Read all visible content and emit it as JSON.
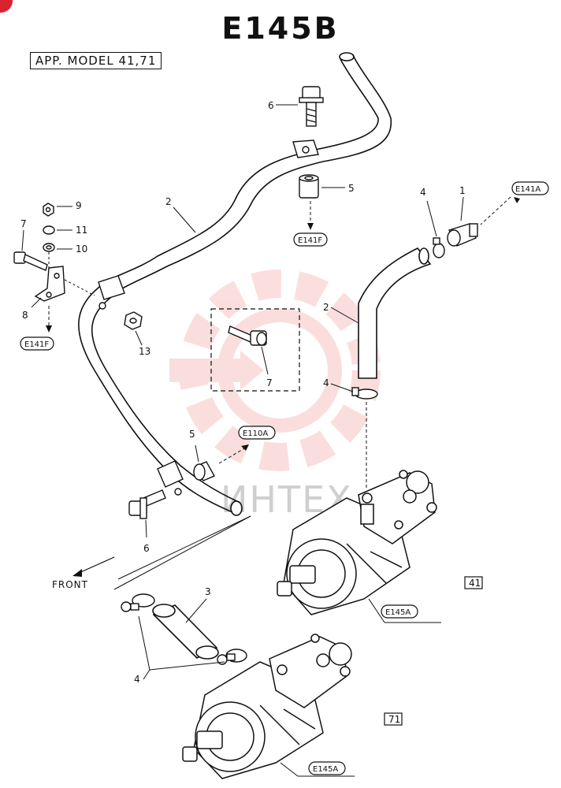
{
  "page": {
    "title": "E145B",
    "applicable_model": "APP. MODEL 41,71"
  },
  "callouts": {
    "c1": "1",
    "c2_upper": "2",
    "c2_mid": "2",
    "c3": "3",
    "c4_top": "4",
    "c4_mid": "4",
    "c4_bottom": "4",
    "c5_top": "5",
    "c5_mid": "5",
    "c6_top": "6",
    "c6_bottom": "6",
    "c7_left": "7",
    "c7_box": "7",
    "c8": "8",
    "c9": "9",
    "c10": "10",
    "c11": "11",
    "c13": "13"
  },
  "references": {
    "e141a": "E141A",
    "e141f_left": "E141F",
    "e141f_mid": "E141F",
    "e110a": "E110A",
    "e145a_top": "E145A",
    "e145a_bottom": "E145A"
  },
  "models": {
    "m41": "41",
    "m71": "71"
  },
  "direction": {
    "front": "FRONT"
  },
  "watermark": {
    "text": "ИНТЕХ"
  },
  "colors": {
    "ink": "#111111",
    "badge": "#d9232e",
    "watermark": "#f3a3a3"
  }
}
